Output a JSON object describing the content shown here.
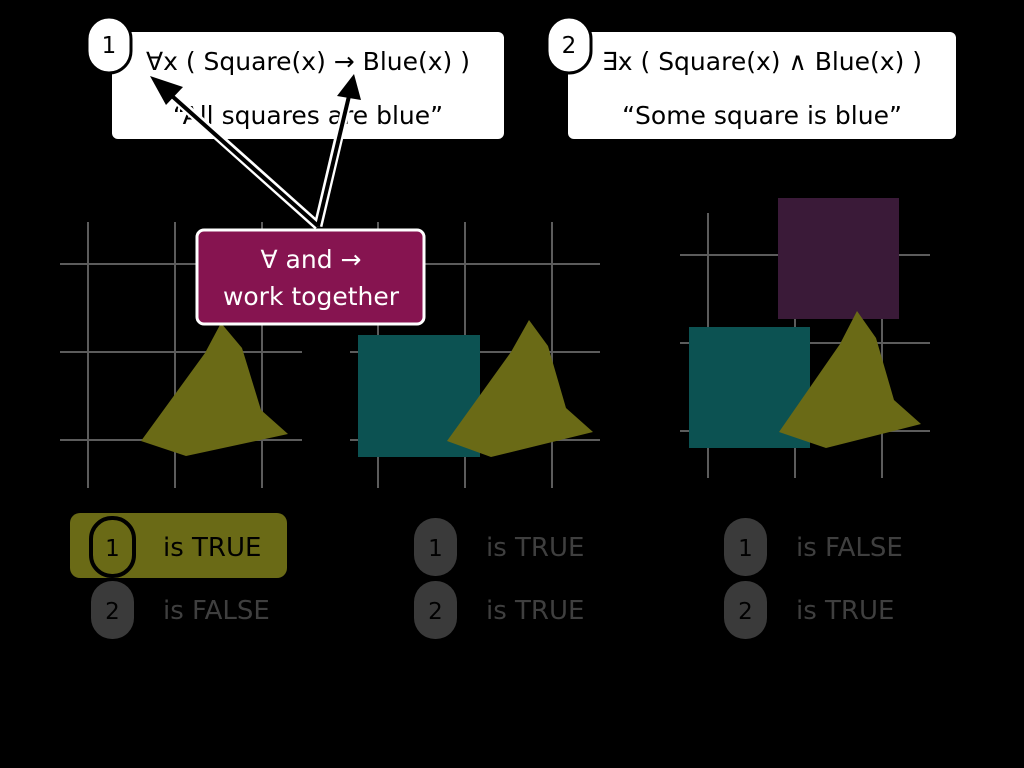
{
  "colors": {
    "background": "#000000",
    "formula_box": "#ffffff",
    "callout_fill": "#861450",
    "callout_border": "#ffffff",
    "grid_line": "#5c5c5c",
    "triangle": "#6a6a16",
    "blue_square": "#0c5252",
    "purple_square": "#3a1a38",
    "highlight": "#6a6a16",
    "badge": "#3a3a3a",
    "badge_text": "#000000",
    "dim_text": "#3f3f3f",
    "highlight_text": "#000000"
  },
  "formulas": [
    {
      "number": "1",
      "expression": "∀x ( Square(x) → Blue(x) )",
      "reading": "“All squares are blue”"
    },
    {
      "number": "2",
      "expression": "∃x ( Square(x) ∧ Blue(x) )",
      "reading": "“Some square is blue”"
    }
  ],
  "callout": {
    "line1": "∀ and →",
    "line2": "work together"
  },
  "worlds": [
    {
      "results": [
        {
          "number": "1",
          "text": "is TRUE",
          "highlighted": true
        },
        {
          "number": "2",
          "text": "is FALSE",
          "highlighted": false
        }
      ]
    },
    {
      "results": [
        {
          "number": "1",
          "text": "is TRUE",
          "highlighted": false
        },
        {
          "number": "2",
          "text": "is TRUE",
          "highlighted": false
        }
      ]
    },
    {
      "results": [
        {
          "number": "1",
          "text": "is FALSE",
          "highlighted": false
        },
        {
          "number": "2",
          "text": "is TRUE",
          "highlighted": false
        }
      ]
    }
  ],
  "icons": {
    "arrow": "arrow-icon"
  }
}
